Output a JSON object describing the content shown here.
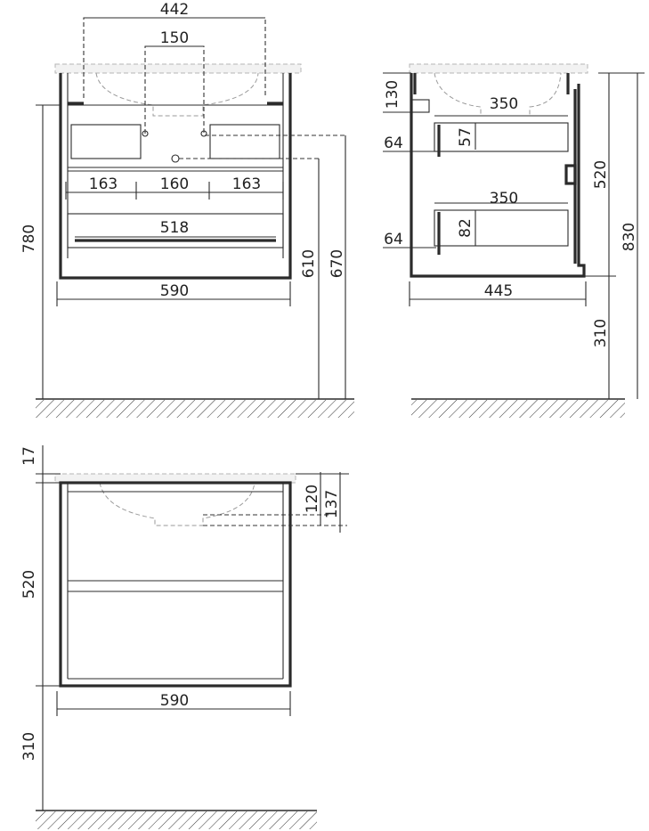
{
  "front_view": {
    "tap_spacing_outer": "442",
    "tap_spacing_inner": "150",
    "drawer_segment_left": "163",
    "drawer_segment_middle": "160",
    "drawer_segment_right": "163",
    "lower_drawer_width": "518",
    "cabinet_width": "590",
    "total_height": "780",
    "siphon_height_a": "610",
    "siphon_height_b": "670"
  },
  "side_view": {
    "basin_depth": "130",
    "upper_drawer_depth": "350",
    "upper_drawer_height": "57",
    "upper_drawer_offset": "64",
    "lower_drawer_depth": "350",
    "lower_drawer_height": "82",
    "lower_drawer_offset": "64",
    "cabinet_depth": "445",
    "cabinet_height": "520",
    "total_height": "830",
    "wall_gap": "310"
  },
  "front_view_2": {
    "top_thickness": "17",
    "basin_depth_a": "120",
    "basin_depth_b": "137",
    "cabinet_height": "520",
    "cabinet_width": "590",
    "wall_gap": "310"
  }
}
